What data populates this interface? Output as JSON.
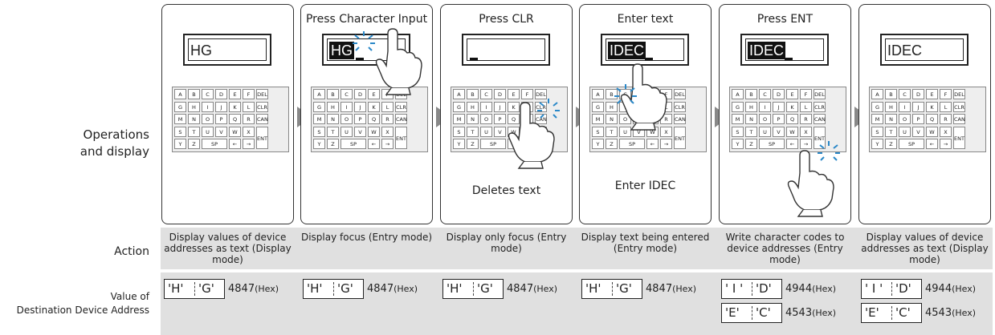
{
  "row_labels": {
    "operations": [
      "Operations",
      "and display"
    ],
    "action": "Action",
    "value": [
      "Value of",
      "Destination Device Address"
    ]
  },
  "keyboard_keys": [
    [
      "A",
      "B",
      "C",
      "D",
      "E",
      "F",
      "DEL"
    ],
    [
      "G",
      "H",
      "I",
      "J",
      "K",
      "L",
      "CLR"
    ],
    [
      "M",
      "N",
      "O",
      "P",
      "Q",
      "R",
      "CAN"
    ],
    [
      "S",
      "T",
      "U",
      "V",
      "W",
      "X",
      "ENT"
    ],
    [
      "Y",
      "Z",
      "SP",
      "←",
      "→"
    ]
  ],
  "panels": [
    {
      "title": "",
      "display": "HG",
      "note": "",
      "action": "Display values of device addresses as text (Display mode)",
      "bytes": [
        [
          "'H'",
          "'G'",
          "4847",
          "(Hex)"
        ]
      ]
    },
    {
      "title": "Press Character Input",
      "display": "HG",
      "note": "",
      "action": "Display focus (Entry mode)",
      "bytes": [
        [
          "'H'",
          "'G'",
          "4847",
          "(Hex)"
        ]
      ]
    },
    {
      "title": "Press CLR",
      "display": "",
      "note": "Deletes text",
      "action": "Display only focus (Entry mode)",
      "bytes": [
        [
          "'H'",
          "'G'",
          "4847",
          "(Hex)"
        ]
      ]
    },
    {
      "title": "Enter text",
      "display": "IDEC",
      "note": "Enter IDEC",
      "action": "Display text being entered (Entry mode)",
      "bytes": [
        [
          "'H'",
          "'G'",
          "4847",
          "(Hex)"
        ]
      ]
    },
    {
      "title": "Press ENT",
      "display": "IDEC",
      "note": "",
      "action": "Write character codes to device addresses (Entry mode)",
      "bytes": [
        [
          "' I '",
          "'D'",
          "4944",
          "(Hex)"
        ],
        [
          "'E'",
          "'C'",
          "4543",
          "(Hex)"
        ]
      ]
    },
    {
      "title": "",
      "display": "IDEC",
      "note": "",
      "action": "Display values of device addresses as text (Display mode)",
      "bytes": [
        [
          "' I '",
          "'D'",
          "4944",
          "(Hex)"
        ],
        [
          "'E'",
          "'C'",
          "4543",
          "(Hex)"
        ]
      ]
    }
  ]
}
